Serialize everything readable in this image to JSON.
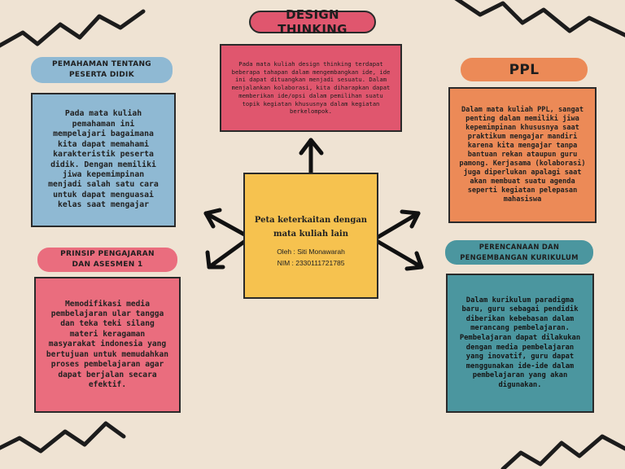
{
  "center": {
    "title": "Peta keterkaitan dengan mata kuliah lain",
    "author": "Oleh : Siti Monawarah",
    "nim": "NIM : 2330111721785"
  },
  "nodes": {
    "design_thinking": {
      "title": "DESIGN THINKING",
      "text": "Pada mata kuliah design thinking terdapat beberapa tahapan dalam mengembangkan ide, ide ini dapat dituangkan menjadi sesuatu. Dalam menjalankan kolaborasi, kita diharapkan dapat memberikan ide/opsi dalam pemilihan suatu topik kegiatan khususnya dalam kegiatan berkelompok."
    },
    "pemahaman": {
      "title": "PEMAHAMAN TENTANG PESERTA DIDIK",
      "text": "Pada mata kuliah pemahaman ini mempelajari bagaimana kita dapat memahami karakteristik peserta didik. Dengan memiliki jiwa kepemimpinan menjadi salah satu cara untuk dapat menguasai kelas saat mengajar"
    },
    "ppl": {
      "title": "PPL",
      "text": "Dalam mata kuliah PPL, sangat penting dalam memiliki jiwa kepemimpinan khususnya saat praktikum mengajar mandiri karena kita mengajar tanpa bantuan rekan ataupun guru pamong. Kerjasama (kolaborasi) juga diperlukan apalagi saat akan membuat suatu agenda seperti kegiatan pelepasan mahasiswa"
    },
    "prinsip": {
      "title": "PRINSIP PENGAJARAN DAN ASESMEN 1",
      "text": "Memodifikasi media pembelajaran ular tangga dan teka teki silang materi keragaman masyarakat indonesia yang bertujuan untuk memudahkan proses pembelajaran agar dapat berjalan secara efektif."
    },
    "kurikulum": {
      "title": "PERENCANAAN DAN PENGEMBANGAN KURIKULUM",
      "text": "Dalam kurikulum paradigma baru, guru sebagai pendidik diberikan kebebasan dalam merancang pembelajaran. Pembelajaran dapat dilakukan dengan media pembelajaran yang inovatif, guru dapat menggunakan ide-ide dalam pembelajaran yang akan digunakan."
    }
  },
  "colors": {
    "background": "#efe3d3",
    "pink": "#e0566e",
    "blue": "#8fb9d3",
    "orange": "#ec8a57",
    "teal": "#4b969f",
    "yellow": "#f6c24f"
  }
}
